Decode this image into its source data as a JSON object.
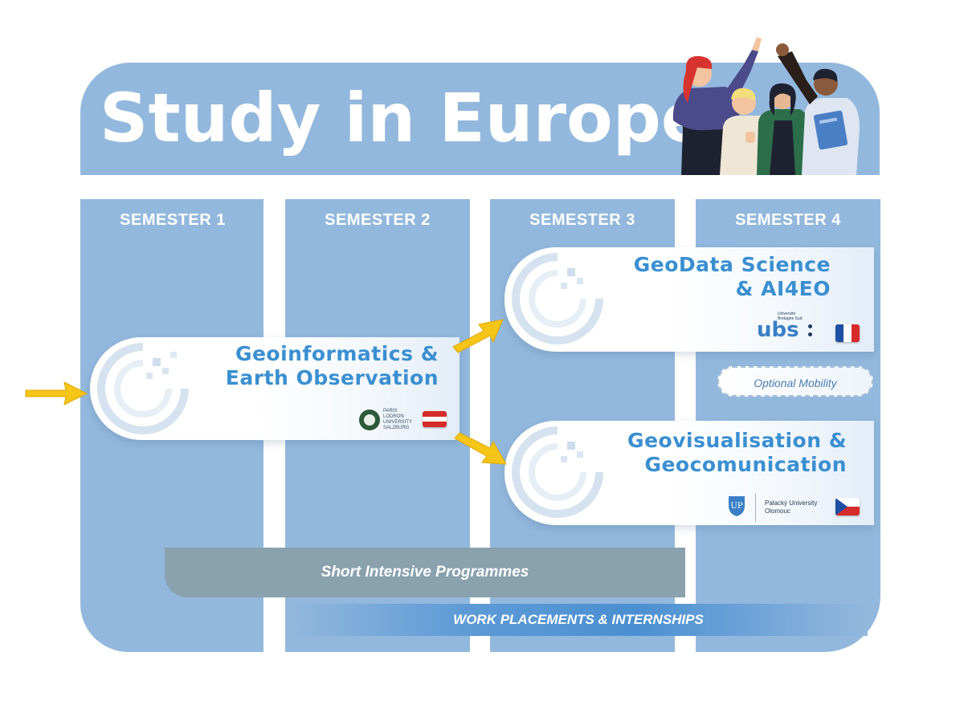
{
  "header": {
    "title": "Study in Europe"
  },
  "semesters": [
    "SEMESTER 1",
    "SEMESTER 2",
    "SEMESTER 3",
    "SEMESTER 4"
  ],
  "courses": {
    "geoinformatics": {
      "line1": "Geoinformatics &",
      "line2": "Earth Observation",
      "logo_lines": [
        "PARIS",
        "LODRON",
        "UNIVERSITY",
        "SALZBURG"
      ],
      "flag": "austria-flag-icon"
    },
    "geodata": {
      "line1": "GeoData Science",
      "line2": "& AI4EO",
      "logo": "ubs",
      "logo_small": "Université Bretagne Sud",
      "flag": "france-flag-icon"
    },
    "geovis": {
      "line1": "Geovisualisation &",
      "line2": "Geocomunication",
      "logo_line1": "Palacký University",
      "logo_line2": "Olomouc",
      "flag": "czech-flag-icon"
    }
  },
  "optional_mobility": "Optional Mobility",
  "short_intensive": "Short Intensive Programmes",
  "work_placements": "WORK PLACEMENTS & INTERNSHIPS",
  "colors": {
    "panel": "#93b8dd",
    "title_blue": "#3a8fd1",
    "arrow": "#f5c518",
    "sip_gray": "#8aa1ae"
  }
}
